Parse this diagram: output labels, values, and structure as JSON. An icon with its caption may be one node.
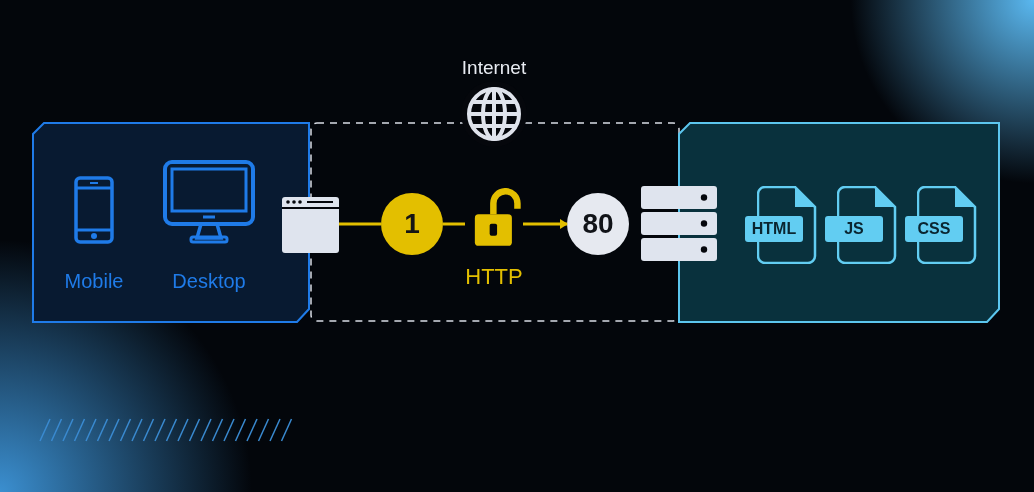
{
  "diagram": {
    "nodes": [
      {
        "text": [],
        "shape": "box"
      },
      {
        "text": [
          "Mobile"
        ],
        "in": 0
      },
      {
        "text": [
          "Desktop"
        ],
        "in": 0
      },
      {
        "text": [
          "Internet"
        ]
      },
      {
        "text": [],
        "shape": "picture"
      },
      {
        "text": [
          "1"
        ],
        "in": 3
      },
      {
        "text": [
          "HTTP"
        ],
        "in": 3
      },
      {
        "text": [
          "80"
        ],
        "in": 3
      },
      {
        "text": [],
        "shape": "picture"
      },
      {
        "text": [],
        "shape": "box"
      },
      {
        "text": [
          "HTML"
        ],
        "in": 9
      },
      {
        "text": [
          "JS"
        ],
        "in": 9
      },
      {
        "text": [
          "CSS"
        ],
        "in": 9
      }
    ],
    "edges": [
      {
        "from": 4,
        "to": 5,
        "arrow": "none"
      },
      {
        "from": 5,
        "to": 6,
        "arrow": "none"
      },
      {
        "from": 6,
        "to": 7,
        "arrow": "to"
      }
    ]
  }
}
